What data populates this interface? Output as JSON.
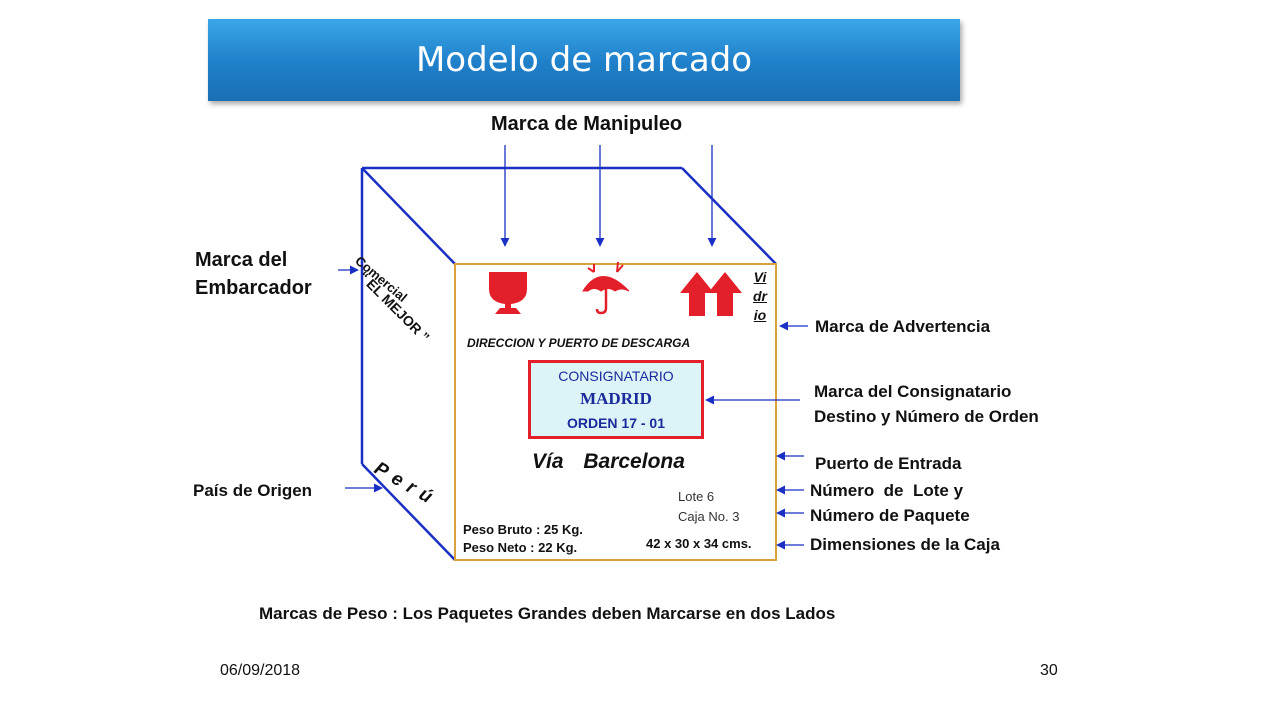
{
  "slide": {
    "title": "Modelo de marcado",
    "date": "06/09/2018",
    "page_number": "30"
  },
  "labels": {
    "manipuleo": "Marca de Manipuleo",
    "embarcador": "Marca del Embarcador",
    "pais_origen": "País de Origen",
    "advertencia": "Marca de Advertencia",
    "consignatario_line1": "Marca del Consignatario",
    "consignatario_line2": "Destino y Número de Orden",
    "puerto_entrada": "Puerto de Entrada",
    "numero_lote": "Número  de  Lote y",
    "numero_paquete": "Número de Paquete",
    "dimensiones": "Dimensiones de la Caja",
    "marcas_peso": "Marcas de Peso : Los Paquetes Grandes deben Marcarse en dos Lados"
  },
  "box": {
    "shipper_line1": "Comercial",
    "shipper_line2": "“ EL MEJOR ”",
    "country": "Perú",
    "warning": "Vidrio",
    "direccion": "DIRECCION Y PUERTO DE DESCARGA",
    "consignee_title": "CONSIGNATARIO",
    "consignee_city": "MADRID",
    "consignee_order": "ORDEN  17 - 01",
    "via": "Vía  Barcelona",
    "lote": "Lote 6",
    "caja": "Caja No. 3",
    "peso_bruto": "Peso Bruto : 25 Kg.",
    "peso_neto": "Peso Neto  : 22 Kg.",
    "dimensions": "42 x 30 x 34 cms."
  },
  "icons": [
    "fragile-glass-icon",
    "keep-dry-umbrella-icon",
    "this-way-up-arrows-icon"
  ],
  "colors": {
    "banner": "#1f7fc9",
    "box_edges": "#1a2fc4",
    "box_front": "#d9a23a",
    "handling_icons": "#e3202a",
    "arrows": "#1a2fc4",
    "consignee_border": "#e3202a"
  }
}
